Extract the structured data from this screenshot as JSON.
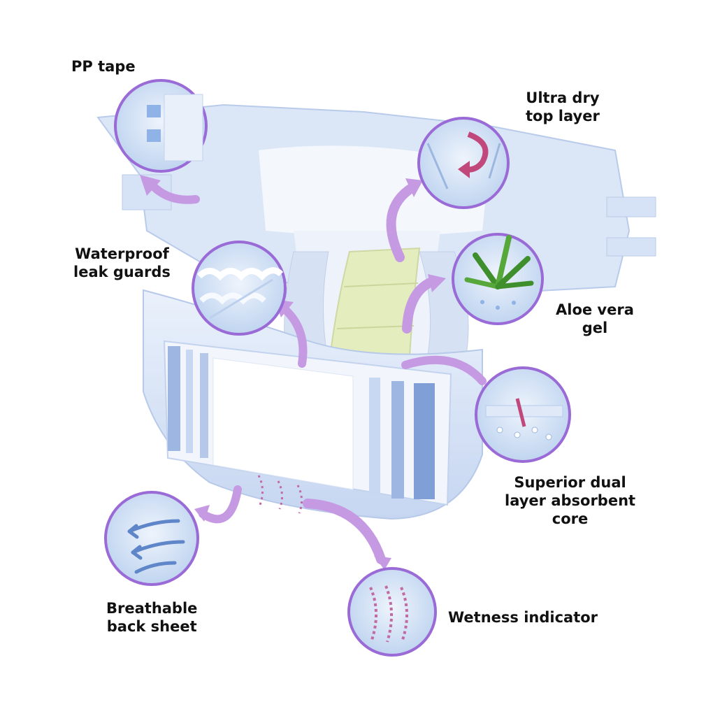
{
  "colors": {
    "diaper_light": "#e8effa",
    "diaper_mid": "#c9d8f2",
    "stripe_blue": "#7f9fd6",
    "pad_green": "#e4edbe",
    "circle_border": "#9a6ad6",
    "arrow_purple": "#b889dc",
    "text": "#111111"
  },
  "labels": {
    "pp_tape": [
      "PP tape"
    ],
    "ultra_dry": [
      "Ultra dry",
      "top layer"
    ],
    "leak_guards": [
      "Waterproof",
      "leak guards"
    ],
    "aloe": [
      "Aloe vera",
      "gel"
    ],
    "core": [
      "Superior dual",
      "layer absorbent",
      "core"
    ],
    "back_sheet": [
      "Breathable",
      "back sheet"
    ],
    "wetness": [
      "Wetness indicator"
    ]
  },
  "icons": {
    "pp_tape": "tape-closeup-icon",
    "ultra_dry": "return-arrow-icon",
    "leak_guards": "ruffle-guard-icon",
    "aloe": "aloe-plant-icon",
    "core": "droplets-layers-icon",
    "back_sheet": "airflow-arrows-icon",
    "wetness": "indicator-lines-icon"
  }
}
